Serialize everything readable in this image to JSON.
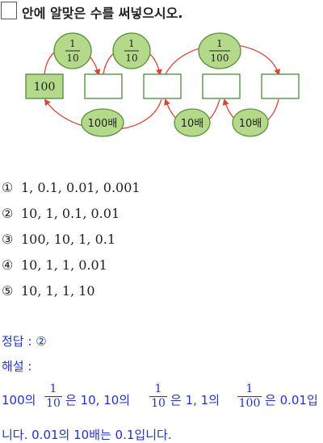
{
  "question": {
    "text": "안에 알맞은 수를 써넣으시오."
  },
  "diagram": {
    "start_value": "100",
    "top_ops": [
      {
        "num": "1",
        "den": "10"
      },
      {
        "num": "1",
        "den": "10"
      },
      {
        "num": "1",
        "den": "100"
      }
    ],
    "bottom_ops": [
      "100배",
      "10배",
      "10배"
    ],
    "colors": {
      "bubble_fill": "#b5d98a",
      "bubble_stroke": "#5a8f3a",
      "box_stroke": "#4a8a3a",
      "arrow": "#d9453a"
    }
  },
  "options": [
    {
      "marker": "①",
      "text": "1,  0.1,  0.01,  0.001"
    },
    {
      "marker": "②",
      "text": "10,  1,  0.1,  0.01"
    },
    {
      "marker": "③",
      "text": "100,  10,  1,  0.1"
    },
    {
      "marker": "④",
      "text": "10,  1,  1,  0.01"
    },
    {
      "marker": "⑤",
      "text": "10,  1,  1,  10"
    }
  ],
  "answer": {
    "label": "정답 :",
    "value": "②"
  },
  "explanation": {
    "label": "해설 :",
    "l1_a": "100의",
    "f1_num": "1",
    "f1_den": "10",
    "l1_b": "은 10,  10의",
    "f2_num": "1",
    "f2_den": "10",
    "l1_c": "은 1,  1의",
    "f3_num": "1",
    "f3_den": "100",
    "l1_d": "은 0.01입",
    "line2": "니다.  0.01의  10배는  0.1입니다."
  }
}
